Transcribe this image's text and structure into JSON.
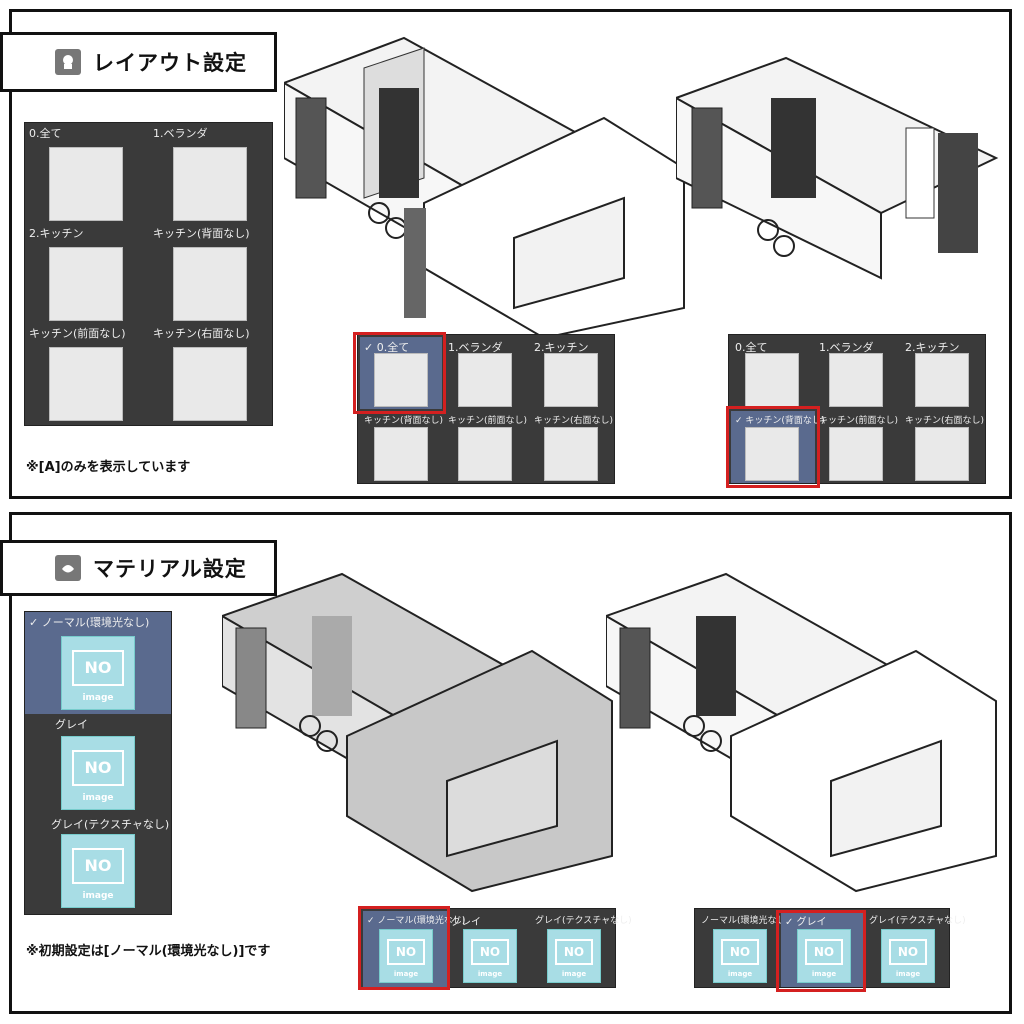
{
  "layout_section": {
    "title": "レイアウト設定",
    "options": [
      "0.全て",
      "1.ベランダ",
      "2.キッチン",
      "キッチン(背面なし)",
      "キッチン(前面なし)",
      "キッチン(右面なし)"
    ],
    "note": "※[A]のみを表示しています",
    "bar_left": {
      "top": [
        "✓ 0.全て",
        "1.ベランダ",
        "2.キッチン"
      ],
      "bottom": [
        "キッチン(背面なし)",
        "キッチン(前面なし)",
        "キッチン(右面なし)"
      ]
    },
    "bar_right": {
      "top": [
        "0.全て",
        "1.ベランダ",
        "2.キッチン"
      ],
      "bottom": [
        "✓ キッチン(背面なし)",
        "キッチン(前面なし)",
        "キッチン(右面なし)"
      ]
    }
  },
  "material_section": {
    "title": "マテリアル設定",
    "options": [
      "✓ ノーマル(環境光なし)",
      "グレイ",
      "グレイ(テクスチャなし)"
    ],
    "note": "※初期設定は[ノーマル(環境光なし)]です",
    "bar_left": [
      "✓ ノーマル(環境光なし)",
      "グレイ",
      "グレイ(テクスチャなし)"
    ],
    "bar_right": [
      "ノーマル(環境光なし)",
      "✓ グレイ",
      "グレイ(テクスチャなし)"
    ],
    "no_image_text": "NO",
    "no_image_sub": "image"
  },
  "colors": {
    "accent_red": "#d42020",
    "selected_bg": "#5a6a8e",
    "panel_dark": "#3a3a3a",
    "no_image": "#a8dde5"
  }
}
